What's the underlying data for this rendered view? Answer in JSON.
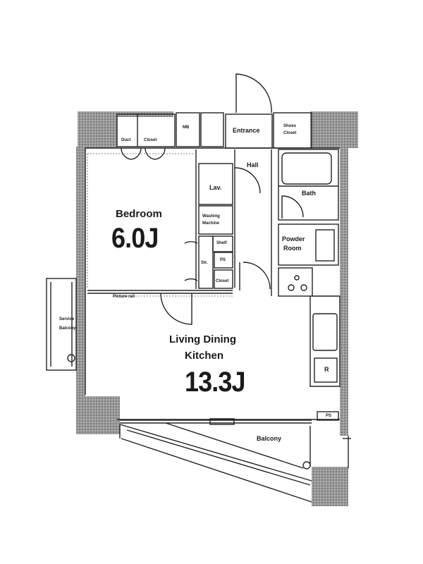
{
  "rooms": {
    "bedroom": {
      "label": "Bedroom",
      "size": "6.0J"
    },
    "ldk": {
      "label_line1": "Living Dining",
      "label_line2": "Kitchen",
      "size": "13.3J"
    },
    "entrance": "Entrance",
    "shoes_closet_line1": "Shoes",
    "shoes_closet_line2": "Closet",
    "hall": "Hall",
    "lav": "Lav.",
    "bath": "Bath",
    "powder_room_line1": "Powder",
    "powder_room_line2": "Room",
    "washing_machine_line1": "Washing",
    "washing_machine_line2": "Machine",
    "shelf": "Shelf",
    "storage": "Str.",
    "ps_upper": "PS",
    "closet_small": "Closet",
    "mb": "MB",
    "duct": "Duct",
    "closet_top": "Closet",
    "picture_rail": "Picture rail",
    "service_balcony_line1": "Service",
    "service_balcony_line2": "Balcony",
    "refrigerator": "R",
    "ps_lower": "PS",
    "balcony": "Balcony"
  },
  "colors": {
    "wall": "#8a8a8a",
    "line": "#222222",
    "background": "#ffffff"
  }
}
